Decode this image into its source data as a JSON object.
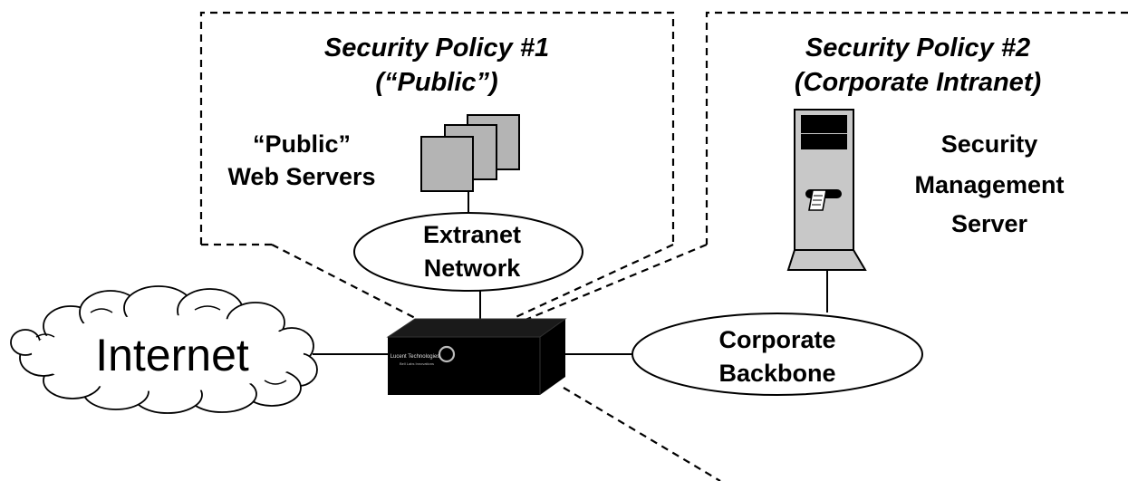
{
  "policy1": {
    "title": "Security Policy #1",
    "subtitle": "(“Public”)"
  },
  "policy2": {
    "title": "Security Policy #2",
    "subtitle": "(Corporate Intranet)"
  },
  "public_web_servers": {
    "line1": "“Public”",
    "line2": "Web Servers"
  },
  "extranet_network": {
    "line1": "Extranet",
    "line2": "Network"
  },
  "internet": {
    "label": "Internet"
  },
  "corporate_backbone": {
    "line1": "Corporate",
    "line2": "Backbone"
  },
  "security_management_server": {
    "line1": "Security",
    "line2": "Management",
    "line3": "Server"
  },
  "firewall_device": {
    "brand_line1": "Lucent Technologies",
    "brand_line2": "Bell Labs Innovations"
  },
  "icons": [
    "web-server-stack-icon",
    "tower-server-icon",
    "firewall-device-icon",
    "internet-cloud-icon",
    "lucent-logo-icon"
  ]
}
